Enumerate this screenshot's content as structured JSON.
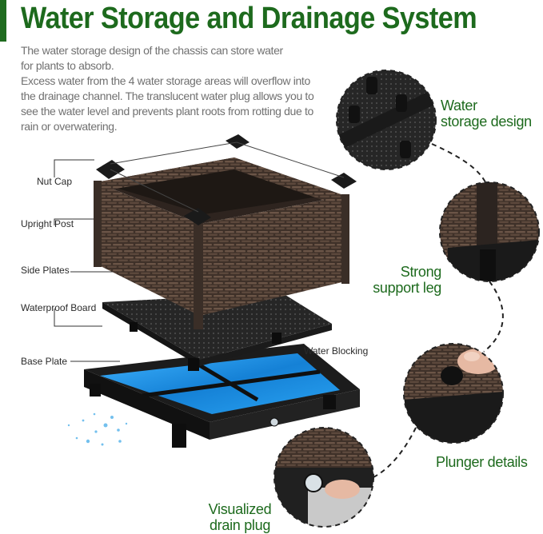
{
  "title": "Water Storage and Drainage System",
  "description": {
    "lines": [
      "The water storage design of the chassis can store water",
      "for plants to absorb.",
      "Excess water from the 4 water storage areas will overflow into",
      "the drainage channel. The translucent water plug allows you to",
      "see the water level and prevents plant roots from rotting due to",
      "rain or overwatering."
    ]
  },
  "parts": {
    "nut_cap": "Nut Cap",
    "upright_post": "Upright Post",
    "side_plates": "Side Plates",
    "waterproof_board": "Waterproof Board",
    "base_plate": "Base Plate",
    "water_blocking": "Water Blocking"
  },
  "callouts": {
    "water_storage": [
      "Water",
      "storage design"
    ],
    "support_leg": [
      "Strong",
      "support leg"
    ],
    "plunger": [
      "Plunger details"
    ],
    "drain_plug": [
      "Visualized",
      "drain plug"
    ]
  },
  "colors": {
    "title_green": "#1d6a1d",
    "callout_green": "#1d6a1d",
    "rattan_brown": "#4a3a30",
    "water_blue": "#1f8fe0",
    "board_black": "#1e1e1e"
  },
  "icons": {
    "detail_circles": [
      "water-storage-detail",
      "support-leg-detail",
      "plunger-detail",
      "drain-plug-detail"
    ]
  }
}
